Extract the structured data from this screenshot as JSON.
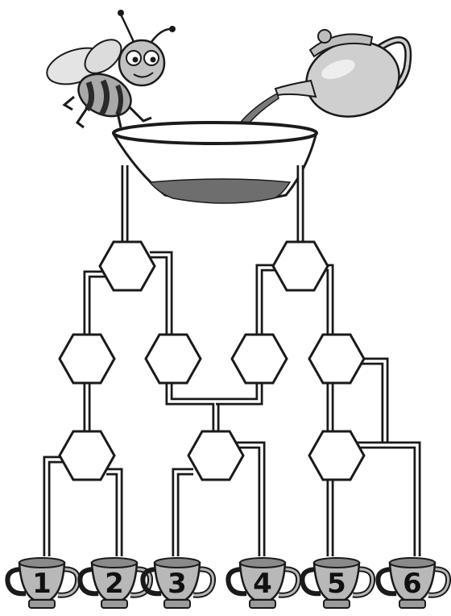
{
  "puzzle": {
    "cups": [
      {
        "label": "1"
      },
      {
        "label": "2"
      },
      {
        "label": "3"
      },
      {
        "label": "4"
      },
      {
        "label": "5"
      },
      {
        "label": "6"
      }
    ]
  },
  "colors": {
    "line": "#1a1a1a",
    "tea": "#6e6e6e",
    "cup_fill": "#b8b8b8",
    "teapot_fill": "#cfcfcf",
    "bee_stripe": "#2a2a2a",
    "bee_body": "#a9a9a9"
  }
}
